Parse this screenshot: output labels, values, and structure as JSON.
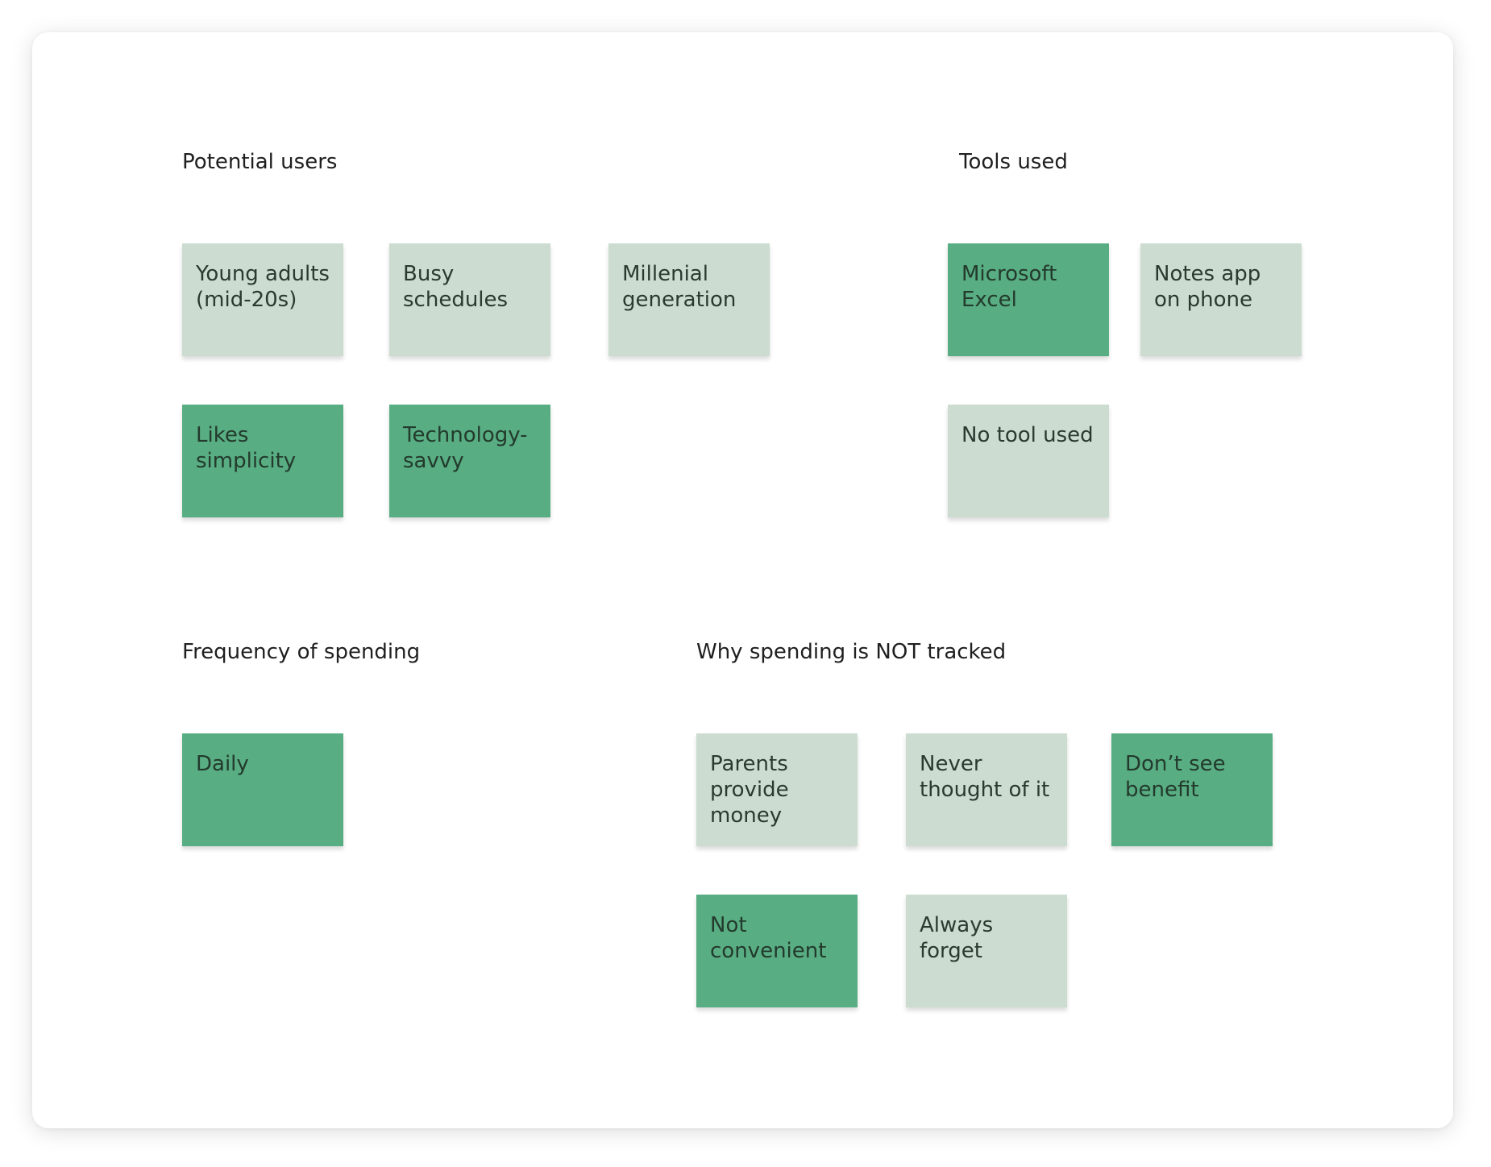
{
  "colors": {
    "note_light": "#ccdcd0",
    "note_dark": "#58ad83",
    "board_background": "#ffffff"
  },
  "groups": {
    "potential_users": {
      "title": "Potential users",
      "notes": [
        {
          "text": "Young adults (mid-20s)",
          "style": "light"
        },
        {
          "text": "Busy schedules",
          "style": "light"
        },
        {
          "text": "Millenial generation",
          "style": "light"
        },
        {
          "text": "Likes simplicity",
          "style": "dark"
        },
        {
          "text": "Technology-savvy",
          "style": "dark"
        }
      ]
    },
    "tools_used": {
      "title": "Tools used",
      "notes": [
        {
          "text": "Microsoft Excel",
          "style": "dark"
        },
        {
          "text": "Notes app on phone",
          "style": "light"
        },
        {
          "text": "No tool used",
          "style": "light"
        }
      ]
    },
    "frequency": {
      "title": "Frequency of spending",
      "notes": [
        {
          "text": "Daily",
          "style": "dark"
        }
      ]
    },
    "why_not_tracked": {
      "title": "Why spending is NOT tracked",
      "notes": [
        {
          "text": "Parents provide money",
          "style": "light"
        },
        {
          "text": "Never thought of it",
          "style": "light"
        },
        {
          "text": "Don’t see benefit",
          "style": "dark"
        },
        {
          "text": "Not convenient",
          "style": "dark"
        },
        {
          "text": "Always forget",
          "style": "light"
        }
      ]
    }
  }
}
